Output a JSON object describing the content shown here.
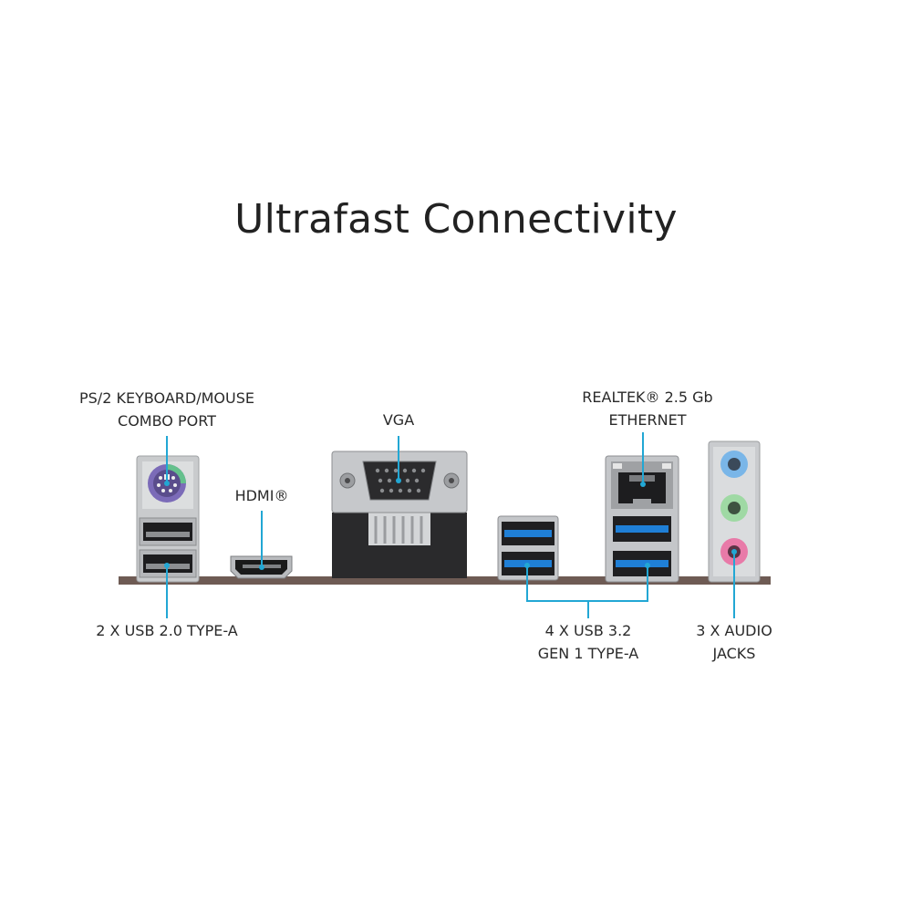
{
  "title": "Ultrafast Connectivity",
  "colors": {
    "callout_line": "#22a7d4",
    "panel_bar": "#6e5b54",
    "usb3_blue": "#1f7fd6",
    "audio_blue": "#7ab6e8",
    "audio_green": "#9fd9a4",
    "audio_pink": "#e87aa8",
    "ps2_purple": "#8a79c9",
    "ps2_green": "#64c08c"
  },
  "labels": {
    "ps2": [
      "PS/2 KEYBOARD/MOUSE",
      "COMBO PORT"
    ],
    "hdmi": "HDMI®",
    "vga": "VGA",
    "ethernet": [
      "REALTEK® 2.5 Gb",
      "ETHERNET"
    ],
    "usb2": "2 X USB 2.0 TYPE-A",
    "usb32": [
      "4 X USB 3.2",
      "GEN 1 TYPE-A"
    ],
    "audio": [
      "3 X AUDIO",
      "JACKS"
    ]
  }
}
